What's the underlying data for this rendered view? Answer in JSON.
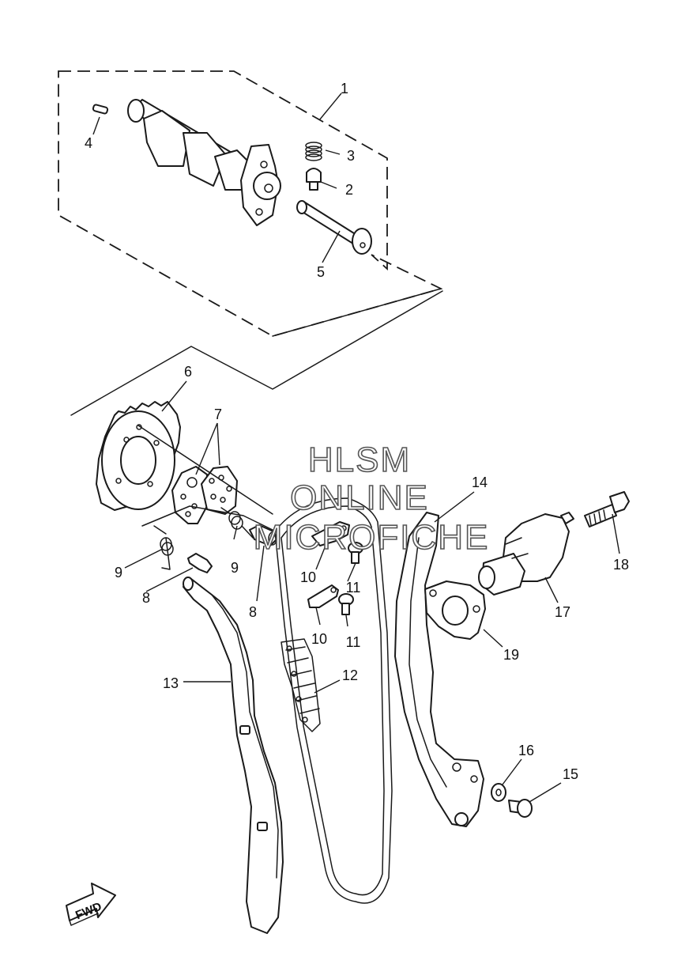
{
  "diagram": {
    "callouts": {
      "c1": "1",
      "c2": "2",
      "c3": "3",
      "c4": "4",
      "c5": "5",
      "c6": "6",
      "c7": "7",
      "c8a": "8",
      "c8b": "8",
      "c9a": "9",
      "c9b": "9",
      "c10a": "10",
      "c10b": "10",
      "c11a": "11",
      "c11b": "11",
      "c12": "12",
      "c13": "13",
      "c14": "14",
      "c15": "15",
      "c16": "16",
      "c17": "17",
      "c18": "18",
      "c19": "19"
    },
    "watermark": {
      "line1": "HLSM",
      "line2": "ONLINE",
      "line3": "MICROFICHE"
    },
    "direction_label": "FWD"
  }
}
